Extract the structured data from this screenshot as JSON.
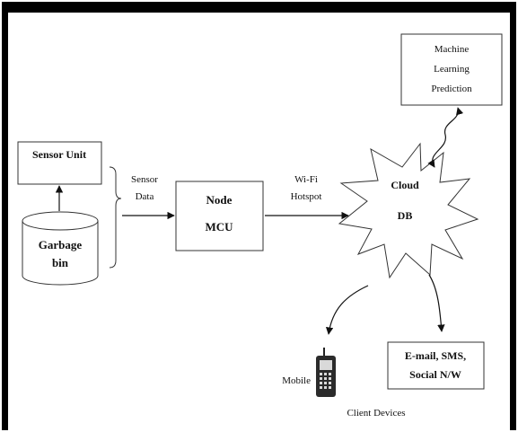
{
  "diagram": {
    "sensor_unit": "Sensor Unit",
    "garbage_bin": {
      "line1": "Garbage",
      "line2": "bin"
    },
    "sensor_data": {
      "line1": "Sensor",
      "line2": "Data"
    },
    "node_mcu": {
      "line1": "Node",
      "line2": "MCU"
    },
    "wifi": {
      "line1": "Wi-Fi",
      "line2": "Hotspot"
    },
    "cloud_db": {
      "line1": "Cloud",
      "line2": "DB"
    },
    "ml_prediction": {
      "line1": "Machine",
      "line2": "Learning",
      "line3": "Prediction"
    },
    "notification": {
      "line1": "E-mail, SMS,",
      "line2": "Social N/W"
    },
    "mobile": "Mobile",
    "client_devices": "Client Devices"
  }
}
